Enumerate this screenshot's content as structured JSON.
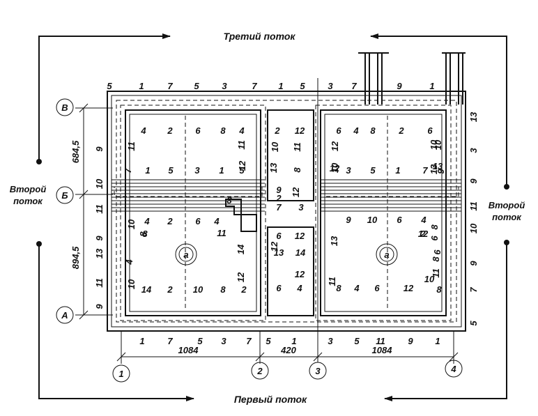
{
  "flows": {
    "third": "Третий поток",
    "first": "Первый поток",
    "second_left": [
      "Второй",
      "поток"
    ],
    "second_right": [
      "Второй",
      "поток"
    ]
  },
  "axes": {
    "letters": [
      "В",
      "Б",
      "А"
    ],
    "numbers": [
      "1",
      "2",
      "3",
      "4"
    ]
  },
  "dimensions": {
    "left_upper": "684,5",
    "left_lower": "894,5",
    "bottom": [
      "1084",
      "420",
      "1084"
    ]
  },
  "room_marks": [
    "а",
    "а"
  ],
  "brick_numbers": {
    "top_row": [
      "5",
      "1",
      "7",
      "5",
      "3",
      "7",
      "1",
      "5",
      "3",
      "7",
      "9",
      "1"
    ],
    "bottom_row": [
      "1",
      "7",
      "5",
      "3",
      "7",
      "5",
      "1",
      "3",
      "5",
      "11",
      "9",
      "1"
    ],
    "left_col": [
      "9",
      "10",
      "11",
      "9",
      "13",
      "11",
      "9"
    ],
    "left_inner": [
      "11",
      "7",
      "10",
      "8",
      "4",
      "10"
    ],
    "right_col": [
      "13",
      "3",
      "9",
      "11",
      "10",
      "9",
      "7",
      "5"
    ],
    "right_inner": [
      "10",
      "13",
      "8",
      "6",
      "8"
    ],
    "room1_top": [
      "4",
      "2",
      "6",
      "8",
      "4"
    ],
    "room1_band": [
      "1",
      "5",
      "3",
      "1",
      "5"
    ],
    "room1_mid": [
      "4",
      "2",
      "6",
      "4",
      "8"
    ],
    "room1_bottom": [
      "14",
      "2",
      "10",
      "8",
      "2"
    ],
    "room1_right": [
      "11",
      "12",
      "14",
      "12"
    ],
    "center_top": [
      "2",
      "12"
    ],
    "center_left": [
      "10",
      "13",
      "12"
    ],
    "center_right": [
      "11",
      "8",
      "12"
    ],
    "center_mid": [
      "9",
      "2",
      "7",
      "3",
      "11",
      "8"
    ],
    "center_low": [
      "6",
      "12",
      "13",
      "14",
      "12",
      "6",
      "4"
    ],
    "room2_top": [
      "6",
      "4",
      "8",
      "2",
      "6"
    ],
    "room2_band": [
      "12",
      "3",
      "5",
      "1",
      "7",
      "13"
    ],
    "room2_mid": [
      "9",
      "10",
      "6",
      "4",
      "2",
      "12"
    ],
    "room2_bottom": [
      "8",
      "4",
      "6",
      "12",
      "10",
      "8"
    ],
    "room2_left": [
      "12",
      "10",
      "13",
      "11"
    ],
    "room2_right": [
      "10",
      "9",
      "6",
      "11"
    ]
  }
}
